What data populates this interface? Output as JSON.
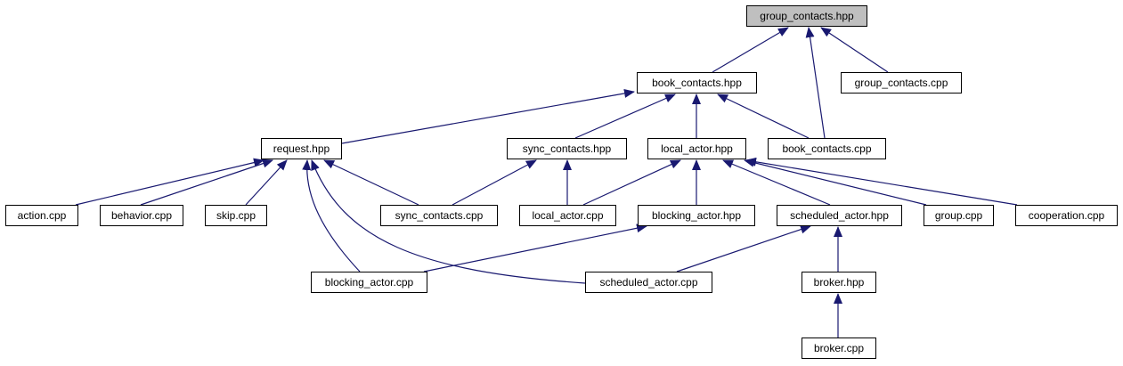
{
  "colors": {
    "edge": "#191970",
    "root_fill": "#bfbfbf",
    "node_fill": "#ffffff",
    "border": "#000000"
  },
  "nodes": {
    "group_contacts_hpp": "group_contacts.hpp",
    "book_contacts_hpp": "book_contacts.hpp",
    "group_contacts_cpp": "group_contacts.cpp",
    "request_hpp": "request.hpp",
    "sync_contacts_hpp": "sync_contacts.hpp",
    "local_actor_hpp": "local_actor.hpp",
    "book_contacts_cpp": "book_contacts.cpp",
    "action_cpp": "action.cpp",
    "behavior_cpp": "behavior.cpp",
    "skip_cpp": "skip.cpp",
    "sync_contacts_cpp": "sync_contacts.cpp",
    "local_actor_cpp": "local_actor.cpp",
    "blocking_actor_hpp": "blocking_actor.hpp",
    "scheduled_actor_hpp": "scheduled_actor.hpp",
    "group_cpp": "group.cpp",
    "cooperation_cpp": "cooperation.cpp",
    "blocking_actor_cpp": "blocking_actor.cpp",
    "scheduled_actor_cpp": "scheduled_actor.cpp",
    "broker_hpp": "broker.hpp",
    "broker_cpp": "broker.cpp"
  },
  "edges": [
    [
      "book_contacts_hpp",
      "group_contacts_hpp"
    ],
    [
      "book_contacts_cpp",
      "group_contacts_hpp"
    ],
    [
      "group_contacts_cpp",
      "group_contacts_hpp"
    ],
    [
      "request_hpp",
      "book_contacts_hpp"
    ],
    [
      "sync_contacts_hpp",
      "book_contacts_hpp"
    ],
    [
      "local_actor_hpp",
      "book_contacts_hpp"
    ],
    [
      "book_contacts_cpp",
      "book_contacts_hpp"
    ],
    [
      "action_cpp",
      "request_hpp"
    ],
    [
      "behavior_cpp",
      "request_hpp"
    ],
    [
      "skip_cpp",
      "request_hpp"
    ],
    [
      "sync_contacts_cpp",
      "request_hpp"
    ],
    [
      "blocking_actor_cpp",
      "request_hpp"
    ],
    [
      "scheduled_actor_cpp",
      "request_hpp"
    ],
    [
      "sync_contacts_cpp",
      "sync_contacts_hpp"
    ],
    [
      "local_actor_cpp",
      "sync_contacts_hpp"
    ],
    [
      "local_actor_cpp",
      "local_actor_hpp"
    ],
    [
      "blocking_actor_hpp",
      "local_actor_hpp"
    ],
    [
      "scheduled_actor_hpp",
      "local_actor_hpp"
    ],
    [
      "group_cpp",
      "local_actor_hpp"
    ],
    [
      "cooperation_cpp",
      "local_actor_hpp"
    ],
    [
      "blocking_actor_cpp",
      "blocking_actor_hpp"
    ],
    [
      "scheduled_actor_cpp",
      "scheduled_actor_hpp"
    ],
    [
      "broker_hpp",
      "scheduled_actor_hpp"
    ],
    [
      "broker_cpp",
      "broker_hpp"
    ]
  ]
}
